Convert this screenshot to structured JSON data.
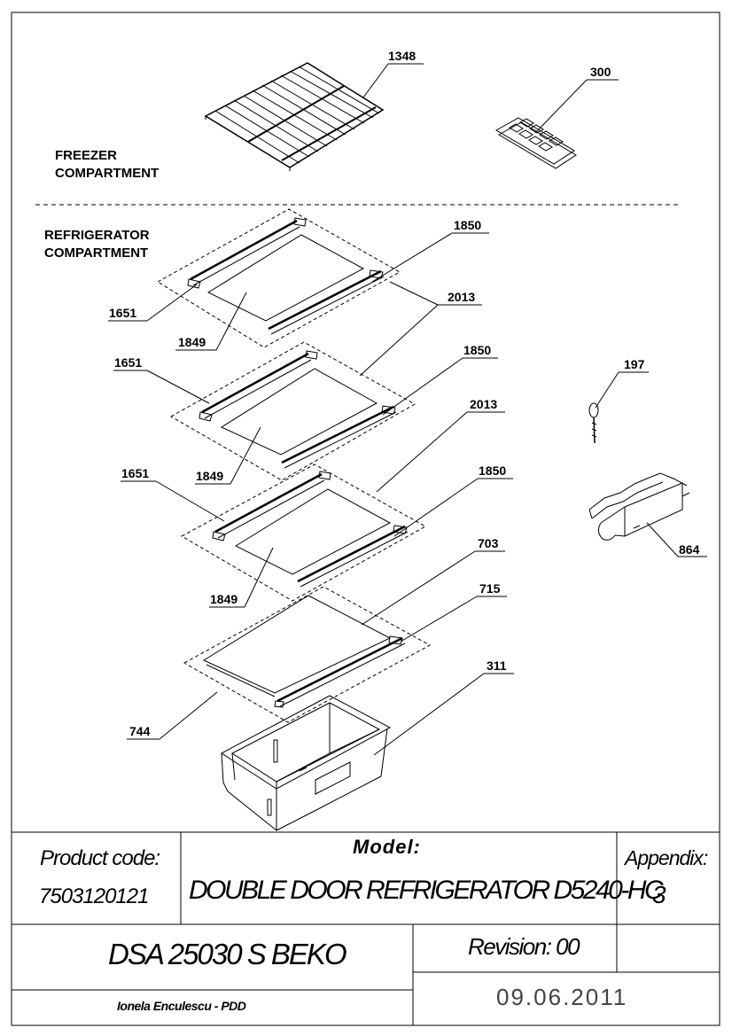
{
  "sections": {
    "freezer": [
      "FREEZER",
      "COMPARTMENT"
    ],
    "refrigerator": [
      "REFRIGERATOR",
      "COMPARTMENT"
    ]
  },
  "parts": {
    "p1348": "1348",
    "p300": "300",
    "p1850a": "1850",
    "p2013a": "2013",
    "p1651a": "1651",
    "p1849a": "1849",
    "p1651b": "1651",
    "p1850b": "1850",
    "p2013b": "2013",
    "p1849b": "1849",
    "p197": "197",
    "p1651c": "1651",
    "p1850c": "1850",
    "p864": "864",
    "p1849c": "1849",
    "p703": "703",
    "p715": "715",
    "p311": "311",
    "p744": "744"
  },
  "title_block": {
    "product_code_label": "Product code:",
    "product_code": "7503120121",
    "model_label": "Model:",
    "model_name": "DOUBLE DOOR REFRIGERATOR D5240-HC",
    "appendix_label": "Appendix:",
    "appendix_value": "3",
    "dsa": "DSA 25030 S BEKO",
    "revision": "Revision: 00",
    "author": "Ionela Enculescu - PDD",
    "date": "09.06.2011"
  }
}
